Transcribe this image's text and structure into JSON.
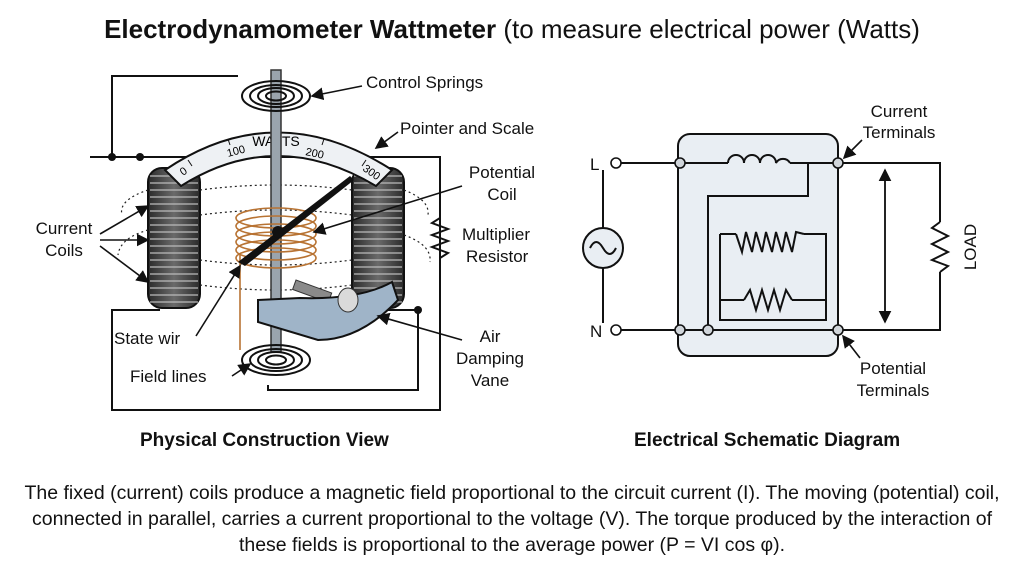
{
  "title": {
    "bold": "Electrodynamometer Wattmeter",
    "rest": " (to measure electrical power (Watts)"
  },
  "physical": {
    "scale_title": "WATTS",
    "scale_ticks": [
      "0",
      "100",
      "200",
      "300"
    ],
    "labels": {
      "control_springs": "Control Springs",
      "pointer_scale": "Pointer and Scale",
      "potential_coil": [
        "Potential",
        "Coil"
      ],
      "current_coils": [
        "Current",
        "Coils"
      ],
      "multiplier_resistor": [
        "Multiplier",
        "Resistor"
      ],
      "state_wire": "State wir",
      "field_lines": "Field lines",
      "air_damping": [
        "Air",
        "Damping",
        "Vane"
      ]
    },
    "caption": "Physical Construction View"
  },
  "schematic": {
    "line_l": "L",
    "line_n": "N",
    "current_terminals": [
      "Current",
      "Terminals"
    ],
    "potential_terminals": [
      "Potential",
      "Terminals"
    ],
    "load": "LOAD",
    "caption": "Electrical Schematic Diagram"
  },
  "description": "The fixed (current) coils produce a magnetic field proportional to the circuit current (I). The moving (potential) coil, connected in parallel, carries a current proportional to the voltage (V). The torque produced by the interaction of these fields is proportional to the average power (P = VI cos φ).",
  "colors": {
    "coil_dark": "#3a3a3a",
    "moving_coil": "#b87333",
    "vane": "#9fb4c8",
    "box_fill": "#e9eef3"
  }
}
